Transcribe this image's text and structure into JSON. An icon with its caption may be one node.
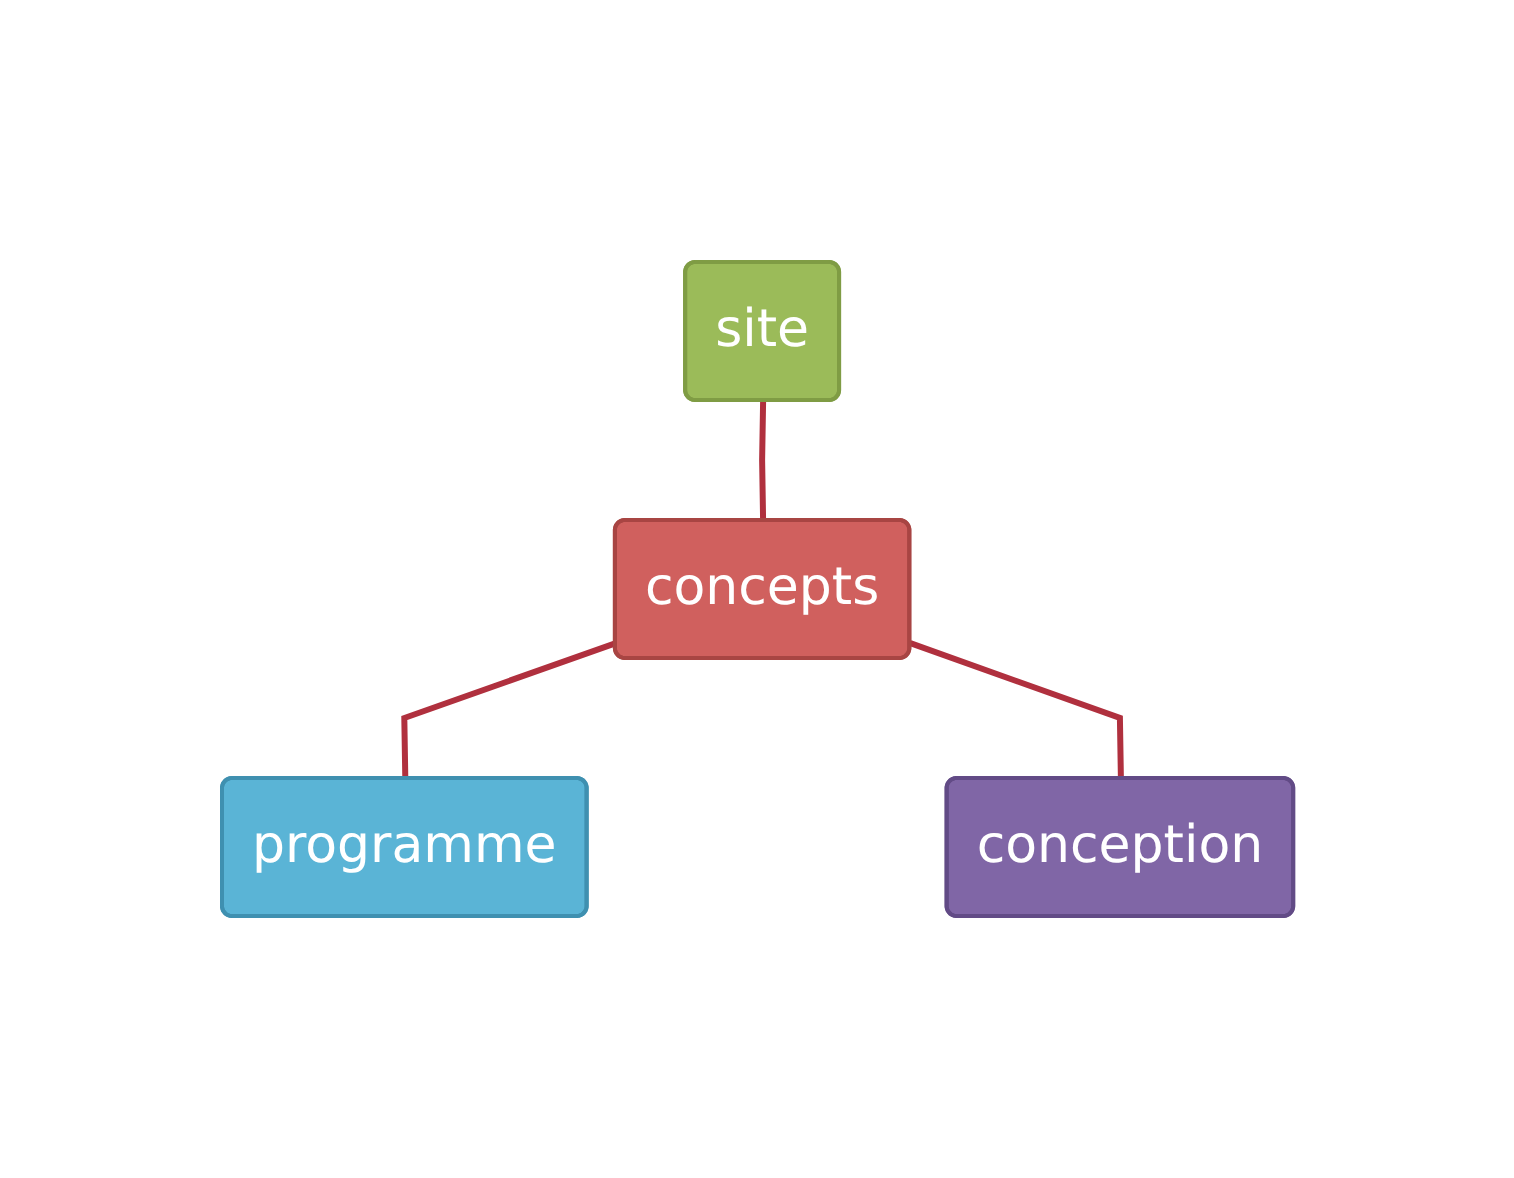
{
  "diagram": {
    "nodes": [
      {
        "text": [
          "site"
        ]
      },
      {
        "text": [
          "concepts"
        ]
      },
      {
        "text": [
          "programme"
        ]
      },
      {
        "text": [
          "conception"
        ]
      }
    ],
    "edges": [
      {
        "from": 0,
        "to": 1,
        "arrow": "none"
      },
      {
        "from": 1,
        "to": 2,
        "arrow": "none"
      },
      {
        "from": 1,
        "to": 3,
        "arrow": "none"
      }
    ]
  }
}
